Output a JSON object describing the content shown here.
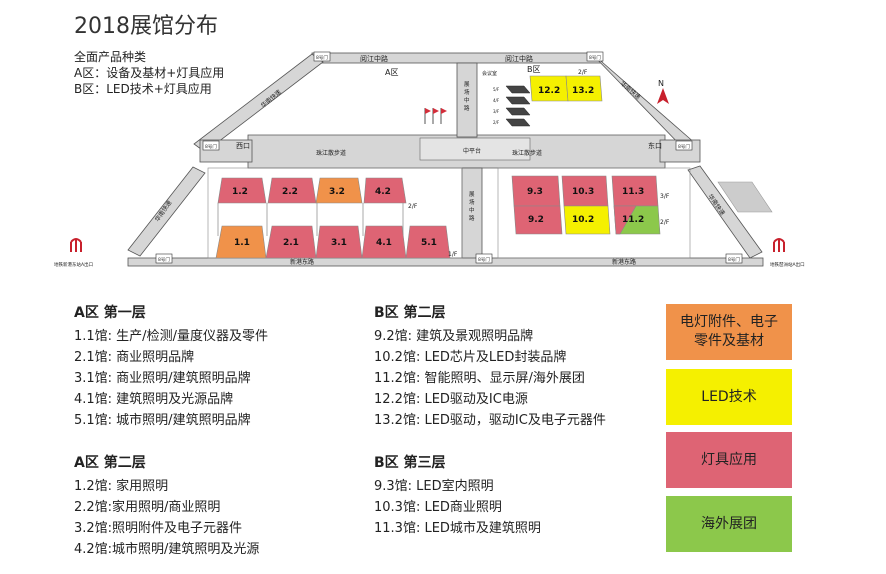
{
  "title": "2018展馆分布",
  "categories": {
    "heading": "全面产品种类",
    "a": "A区：设备及基材+灯具应用",
    "b": "B区：LED技术+灯具应用"
  },
  "map": {
    "area_a": "A区",
    "area_b": "B区",
    "road_top_left": "阅江中路",
    "road_top_right": "阅江中路",
    "road_bottom_left": "新港东路",
    "road_bottom_right": "新港东路",
    "road_left_upper": "华南快速",
    "road_left_lower": "华南快速",
    "road_right_upper": "华南快速",
    "road_right_lower": "华南快速",
    "corridor": "珠江散步道",
    "corridor_b": "珠江散步道",
    "central": "中平台",
    "middle_road_top": "展场中路",
    "middle_road_bottom": "展场中路",
    "west_gate": "西口",
    "east_gate": "东口",
    "meeting": "会议室",
    "north": "N",
    "metro_left": "地铁新港东站A出口",
    "metro_right": "地铁琶洲站A出口",
    "gate_label": "8号门",
    "floor_1": "1/F",
    "floor_2": "2/F",
    "floor_3": "3/F",
    "b_floor_2": "2/F",
    "b_floor_3": "3/F",
    "b_top_floor": "2/F",
    "mini_floors": [
      "5/F",
      "4/F",
      "3/F",
      "2/F"
    ],
    "halls": {
      "h1_2": "1.2",
      "h2_2": "2.2",
      "h3_2": "3.2",
      "h4_2": "4.2",
      "h1_1": "1.1",
      "h2_1": "2.1",
      "h3_1": "3.1",
      "h4_1": "4.1",
      "h5_1": "5.1",
      "h9_3": "9.3",
      "h10_3": "10.3",
      "h11_3": "11.3",
      "h9_2": "9.2",
      "h10_2": "10.2",
      "h11_2": "11.2",
      "h12_2": "12.2",
      "h13_2": "13.2"
    }
  },
  "lists": {
    "a1": {
      "heading": "A区 第一层",
      "items": [
        "1.1馆: 生产/检测/量度仪器及零件",
        "2.1馆: 商业照明品牌",
        "3.1馆: 商业照明/建筑照明品牌",
        "4.1馆: 建筑照明及光源品牌",
        "5.1馆: 城市照明/建筑照明品牌"
      ]
    },
    "a2": {
      "heading": "A区 第二层",
      "items": [
        "1.2馆: 家用照明",
        "2.2馆:家用照明/商业照明",
        "3.2馆:照明附件及电子元器件",
        "4.2馆:城市照明/建筑照明及光源"
      ]
    },
    "b2": {
      "heading": "B区 第二层",
      "items": [
        "9.2馆:  建筑及景观照明品牌",
        "10.2馆: LED芯片及LED封装品牌",
        "11.2馆:  智能照明、显示屏/海外展团",
        "12.2馆: LED驱动及IC电源",
        "13.2馆: LED驱动，驱动IC及电子元器件"
      ]
    },
    "b3": {
      "heading": "B区 第三层",
      "items": [
        "9.3馆:  LED室内照明",
        "10.3馆: LED商业照明",
        "11.3馆: LED城市及建筑照明"
      ]
    }
  },
  "legend": [
    {
      "label": "电灯附件、电子零件及基材",
      "color": "#f0924a"
    },
    {
      "label": "LED技术",
      "color": "#f5f000"
    },
    {
      "label": "灯具应用",
      "color": "#de6474"
    },
    {
      "label": "海外展团",
      "color": "#8cc84b"
    }
  ],
  "colors": {
    "orange": "#f0924a",
    "yellow": "#f5f000",
    "pink": "#de6474",
    "green": "#8cc84b",
    "road": "#d6d6d6"
  }
}
